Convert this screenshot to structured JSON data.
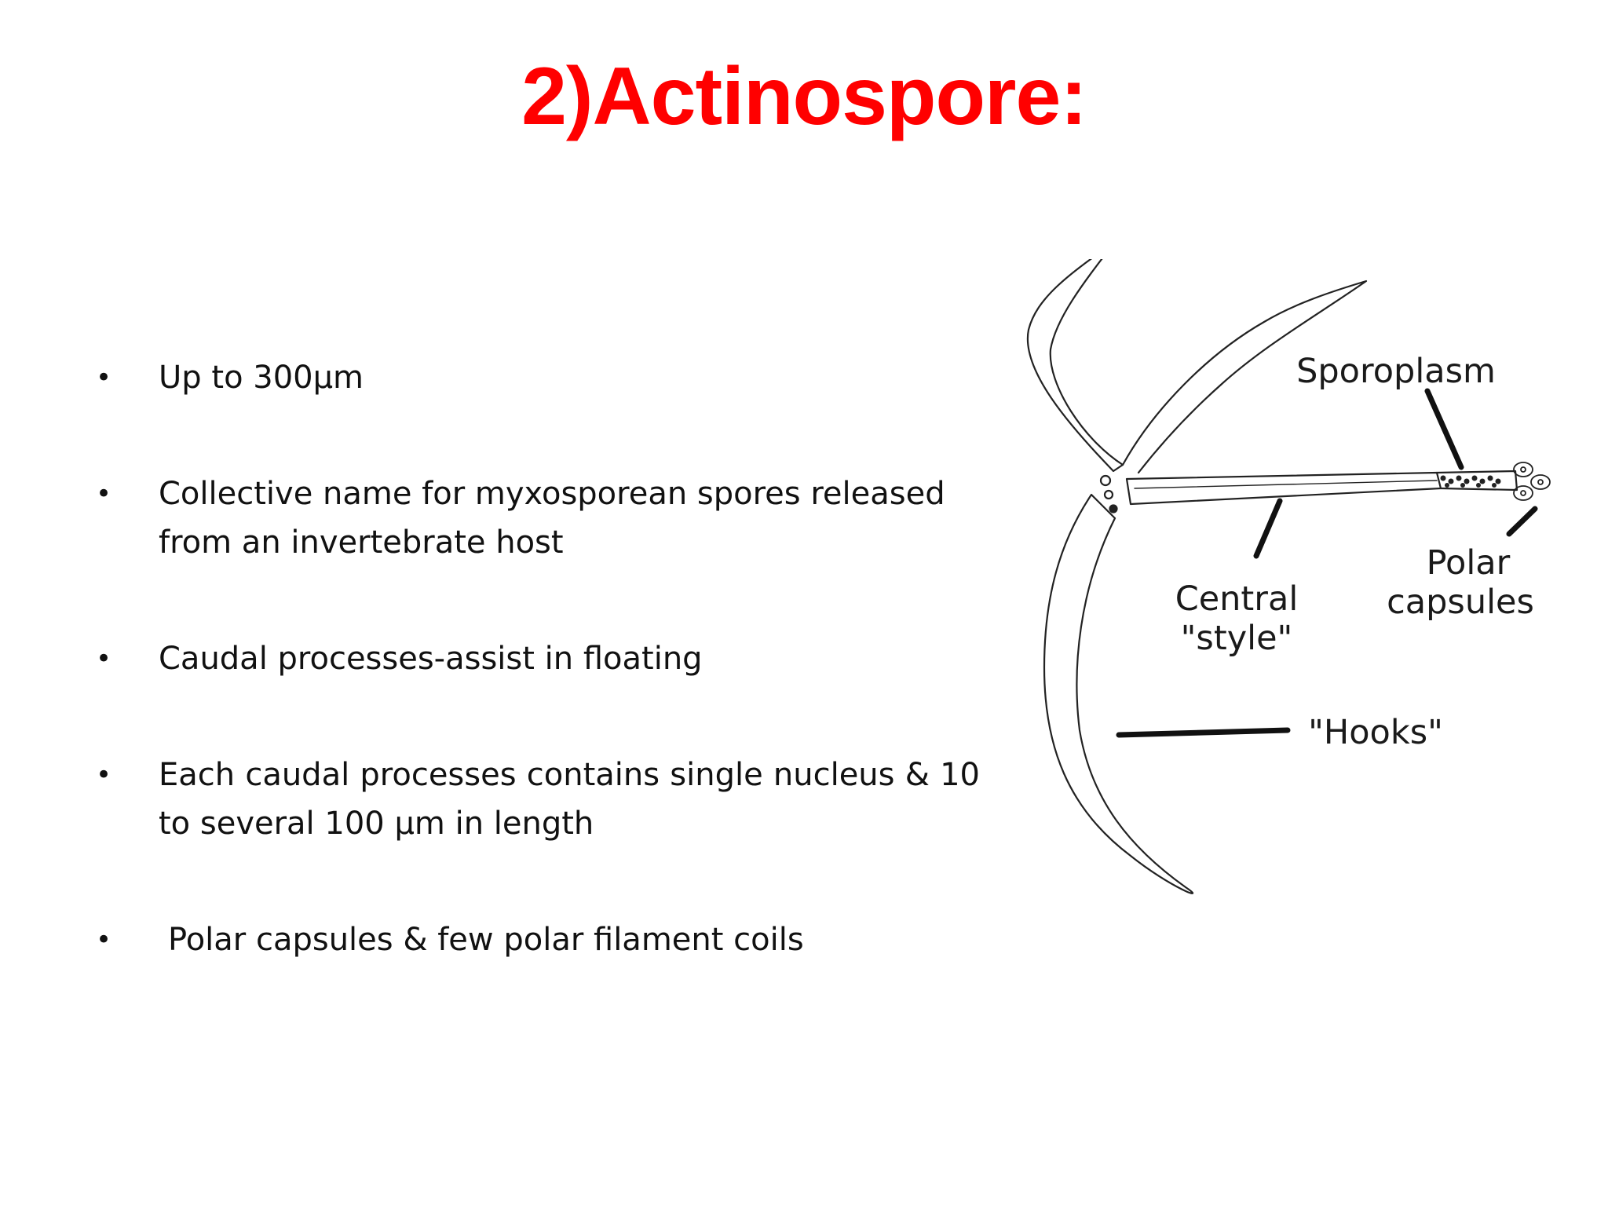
{
  "slide": {
    "title": "2)Actinospore:",
    "title_color": "#ff0000",
    "bullet_glyph": "•",
    "bullets": [
      "Up to 300µm",
      "Collective name for myxosporean spores released from an invertebrate host",
      "Caudal processes-assist in floating",
      "Each caudal processes contains single nucleus & 10 to several 100 µm in length",
      "Polar capsules & few polar filament coils"
    ]
  },
  "diagram": {
    "labels": {
      "sporoplasm": "Sporoplasm",
      "polar_capsules_line1": "Polar",
      "polar_capsules_line2": "capsules",
      "central_style_line1": "Central",
      "central_style_line2": "\"style\"",
      "hooks": "\"Hooks\""
    }
  }
}
